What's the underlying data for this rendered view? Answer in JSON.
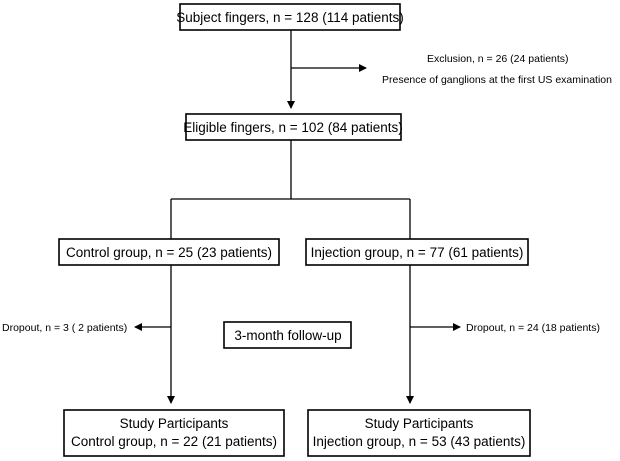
{
  "boxes": {
    "subject": "Subject fingers, n = 128 (114 patients)",
    "eligible": "Eligible fingers, n = 102 (84 patients)",
    "control": "Control group, n = 25 (23 patients)",
    "injection": "Injection group, n = 77 (61 patients)",
    "followup": "3-month follow-up",
    "control_final_title": "Study Participants",
    "control_final_detail": "Control group, n = 22 (21 patients)",
    "injection_final_title": "Study Participants",
    "injection_final_detail": "Injection group, n = 53 (43 patients)"
  },
  "notes": {
    "exclusion": "Exclusion, n = 26 (24 patients)",
    "exclusion_reason": "Presence of ganglions at the first US examination",
    "dropout_control": "Dropout, n = 3 ( 2 patients)",
    "dropout_injection": "Dropout, n = 24 (18 patients)"
  }
}
